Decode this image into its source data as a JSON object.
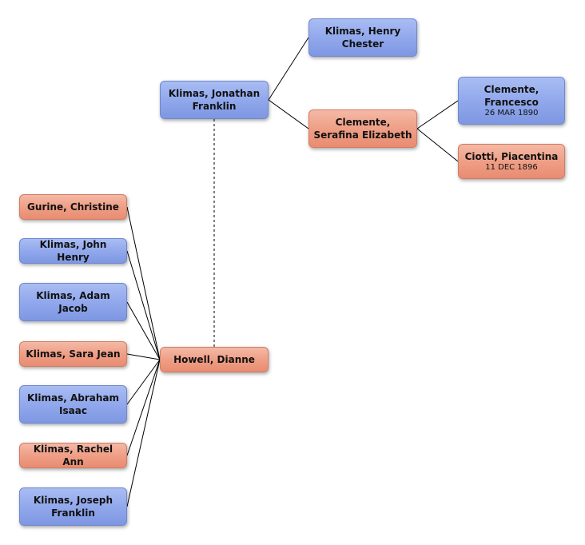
{
  "nodes": {
    "jonathan": {
      "name": "Klimas, Jonathan Franklin",
      "sex": "male"
    },
    "henry_chester": {
      "name": "Klimas, Henry Chester",
      "sex": "male"
    },
    "serafina": {
      "name": "Clemente, Serafina Elizabeth",
      "sex": "female"
    },
    "francesco": {
      "name": "Clemente, Francesco",
      "date": "26 MAR 1890",
      "sex": "male"
    },
    "piacentina": {
      "name": "Ciotti, Piacentina",
      "date": "11 DEC 1896",
      "sex": "female"
    },
    "dianne": {
      "name": "Howell, Dianne",
      "sex": "female"
    },
    "christine": {
      "name": "Gurine, Christine",
      "sex": "female"
    },
    "john_henry": {
      "name": "Klimas, John Henry",
      "sex": "male"
    },
    "adam": {
      "name": "Klimas, Adam Jacob",
      "sex": "male"
    },
    "sara": {
      "name": "Klimas, Sara Jean",
      "sex": "female"
    },
    "abraham": {
      "name": "Klimas, Abraham Isaac",
      "sex": "male"
    },
    "rachel": {
      "name": "Klimas, Rachel Ann",
      "sex": "female"
    },
    "joseph": {
      "name": "Klimas, Joseph Franklin",
      "sex": "male"
    }
  },
  "colors": {
    "male": "#91a8ec",
    "female": "#ef9f86",
    "line": "#000000"
  }
}
